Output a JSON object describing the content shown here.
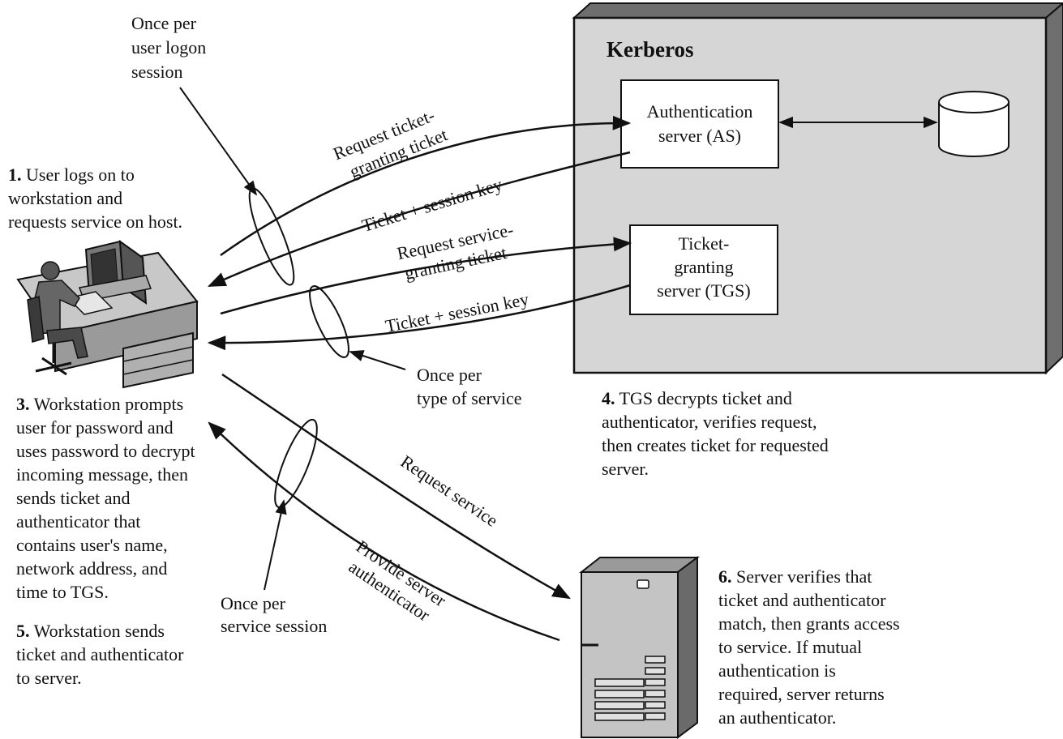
{
  "kerberos": {
    "title": "Kerberos",
    "as_label": [
      "Authentication",
      "server (AS)"
    ],
    "tgs_label": [
      "Ticket-",
      "granting",
      "server (TGS)"
    ],
    "database_icon": "database-cylinder-icon"
  },
  "messages": {
    "request_tgt": [
      "Request ticket-",
      "granting ticket"
    ],
    "ticket_session_key_1": "Ticket + session key",
    "request_sgt": [
      "Request service-",
      "granting ticket"
    ],
    "ticket_session_key_2": "Ticket + session key",
    "request_service": "Request service",
    "provide_auth": [
      "Provide server",
      "authenticator"
    ]
  },
  "frequency_notes": {
    "logon": [
      "Once per",
      "user logon",
      "session"
    ],
    "service_type": [
      "Once per",
      "type of service"
    ],
    "service_session": [
      "Once per",
      "service session"
    ]
  },
  "steps": {
    "step1": {
      "num": "1.",
      "lines": [
        " User logs on to",
        "workstation and",
        "requests service on host."
      ]
    },
    "step3": {
      "num": "3.",
      "lines": [
        " Workstation prompts",
        "user for password and",
        "uses password to decrypt",
        "incoming message, then",
        "sends ticket and",
        "authenticator that",
        "contains user's name,",
        "network address, and",
        "time to TGS."
      ]
    },
    "step4": {
      "num": "4.",
      "lines": [
        " TGS decrypts ticket and",
        "authenticator, verifies request,",
        "then creates ticket for requested",
        "server."
      ]
    },
    "step5": {
      "num": "5.",
      "lines": [
        " Workstation sends",
        "ticket and authenticator",
        "to server."
      ]
    },
    "step6": {
      "num": "6.",
      "lines": [
        " Server verifies that",
        "ticket and authenticator",
        "match, then grants access",
        "to service. If mutual",
        "authentication is",
        "required, server returns",
        "an authenticator."
      ]
    }
  },
  "icons": {
    "workstation": "workstation-user-icon",
    "server": "server-tower-icon"
  }
}
